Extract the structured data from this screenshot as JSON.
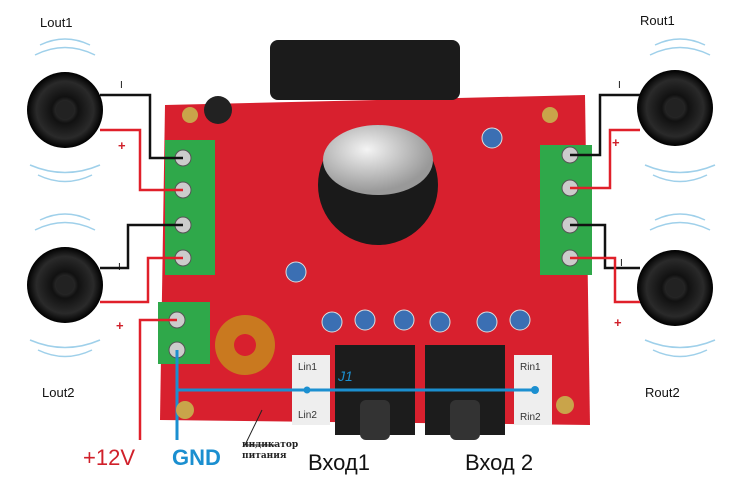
{
  "speakers": {
    "left_top": "Lout1",
    "left_bottom": "Lout2",
    "right_top": "Rout1",
    "right_bottom": "Rout2"
  },
  "polarity": {
    "minus": "I",
    "plus": "+"
  },
  "power": {
    "positive": "+12V",
    "ground": "GND"
  },
  "indicator_label": [
    "индикатор",
    "питания"
  ],
  "inputs": {
    "input1": "Вход1",
    "input2": "Вход 2"
  },
  "connectors": {
    "lin1": "Lin1",
    "lin2": "Lin2",
    "rin1": "Rin1",
    "rin2": "Rin2",
    "jumper": "J1"
  },
  "colors": {
    "pcb": "#d8202e",
    "wire_plus": "#e0202a",
    "wire_gnd": "#1b8fd0",
    "terminal": "#2fa84a"
  }
}
